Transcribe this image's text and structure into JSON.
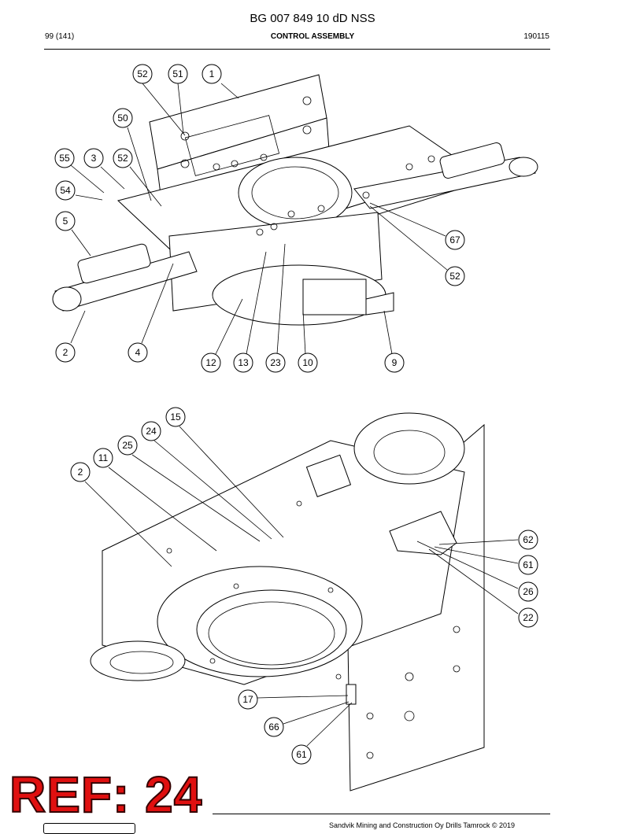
{
  "header": {
    "doc_title": "BG 007 849 10 dD NSS",
    "page_number": "99 (141)",
    "section": "CONTROL ASSEMBLY",
    "date": "190115"
  },
  "callouts_top": [
    "52",
    "51",
    "1",
    "50",
    "55",
    "3",
    "52",
    "54",
    "5",
    "67",
    "52",
    "2",
    "4",
    "12",
    "13",
    "23",
    "10",
    "9"
  ],
  "callouts_bottom": [
    "15",
    "24",
    "25",
    "11",
    "2",
    "62",
    "61",
    "26",
    "22",
    "17",
    "66",
    "61"
  ],
  "stamp": {
    "text": "REF: 24",
    "color": "#e01010"
  },
  "footer": {
    "copyright": "Sandvik Mining and Construction Oy Drills Tamrock © 2019"
  }
}
